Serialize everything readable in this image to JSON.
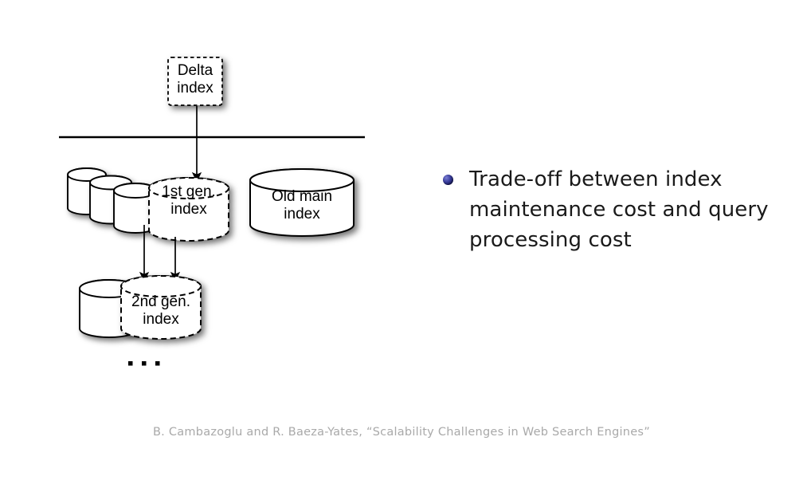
{
  "slide": {
    "background_color": "#ffffff",
    "diagram": {
      "delta_box": {
        "label": "Delta\nindex",
        "style": "dashed-rounded-box-with-shadow"
      },
      "divider_line": {
        "name": "horizontal-separator"
      },
      "gen1_cylinder": {
        "label": "1st gen.\nindex",
        "style": "dashed-cylinder",
        "stack_count": 3
      },
      "gen2_cylinder": {
        "label": "2nd gen.\nindex",
        "style": "dashed-cylinder",
        "stack_count": 1
      },
      "old_main_cylinder": {
        "label": "Old main\nindex",
        "style": "solid-cylinder"
      },
      "ellipsis": "...",
      "arrows": [
        {
          "name": "delta-to-gen1"
        },
        {
          "name": "gen1-stack-to-gen2"
        },
        {
          "name": "gen1-to-gen2"
        }
      ]
    },
    "bullets": [
      {
        "text": "Trade-off between index maintenance cost and query processing cost",
        "marker_color": "#2b2f8f"
      }
    ],
    "footer": {
      "citation": "B. Cambazoglu and R. Baeza-Yates, “Scalability Challenges in Web Search Engines”",
      "color": "#a9a9a9"
    }
  }
}
